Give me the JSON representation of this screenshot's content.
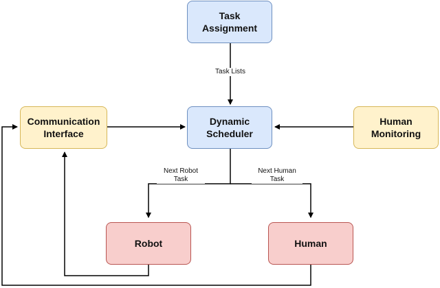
{
  "nodes": {
    "task_assignment": {
      "label": "Task\nAssignment"
    },
    "dynamic_scheduler": {
      "label": "Dynamic\nScheduler"
    },
    "communication_interface": {
      "label": "Communication\nInterface"
    },
    "human_monitoring": {
      "label": "Human\nMonitoring"
    },
    "robot": {
      "label": "Robot"
    },
    "human": {
      "label": "Human"
    }
  },
  "edges": {
    "task_lists": "Task Lists",
    "next_robot_task": "Next Robot\nTask",
    "next_human_task": "Next Human\nTask"
  },
  "colors": {
    "blue_fill": "#dae8fc",
    "blue_stroke": "#6c8ebf",
    "yellow_fill": "#fff2cc",
    "yellow_stroke": "#d6b656",
    "red_fill": "#f8cecc",
    "red_stroke": "#b85450",
    "line": "#000000"
  }
}
